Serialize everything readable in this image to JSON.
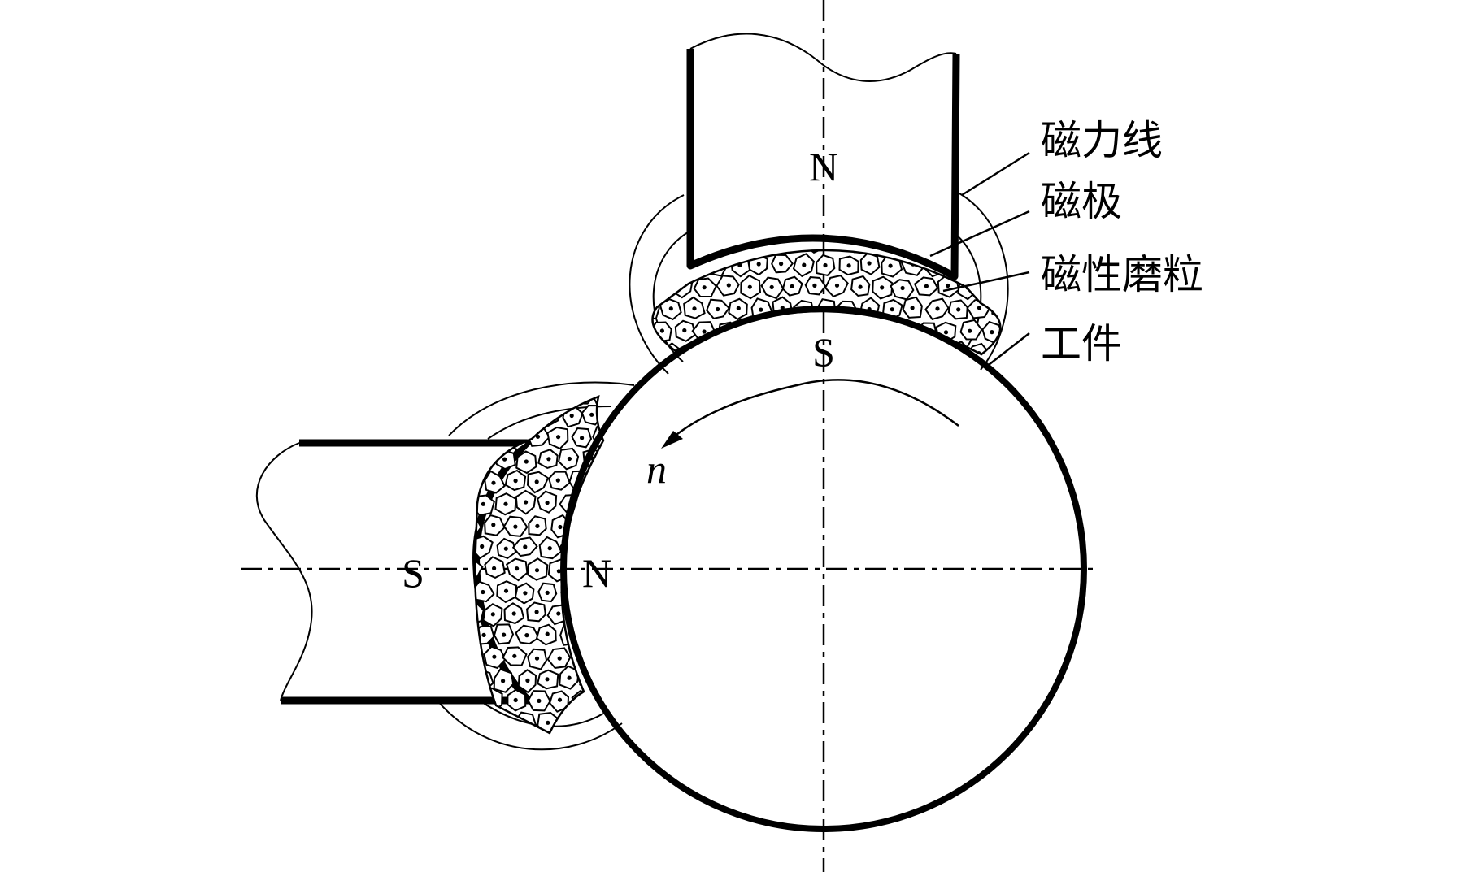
{
  "labels": {
    "field_lines": "磁力线",
    "magnetic_pole": "磁极",
    "magnetic_abrasive": "磁性磨粒",
    "workpiece": "工件"
  },
  "poles": {
    "top_pole_face": "N",
    "workpiece_top": "S",
    "left_pole_face": "S",
    "workpiece_left": "N"
  },
  "rotation": {
    "symbol": "n"
  },
  "colors": {
    "ink": "#000000",
    "background": "#ffffff"
  }
}
